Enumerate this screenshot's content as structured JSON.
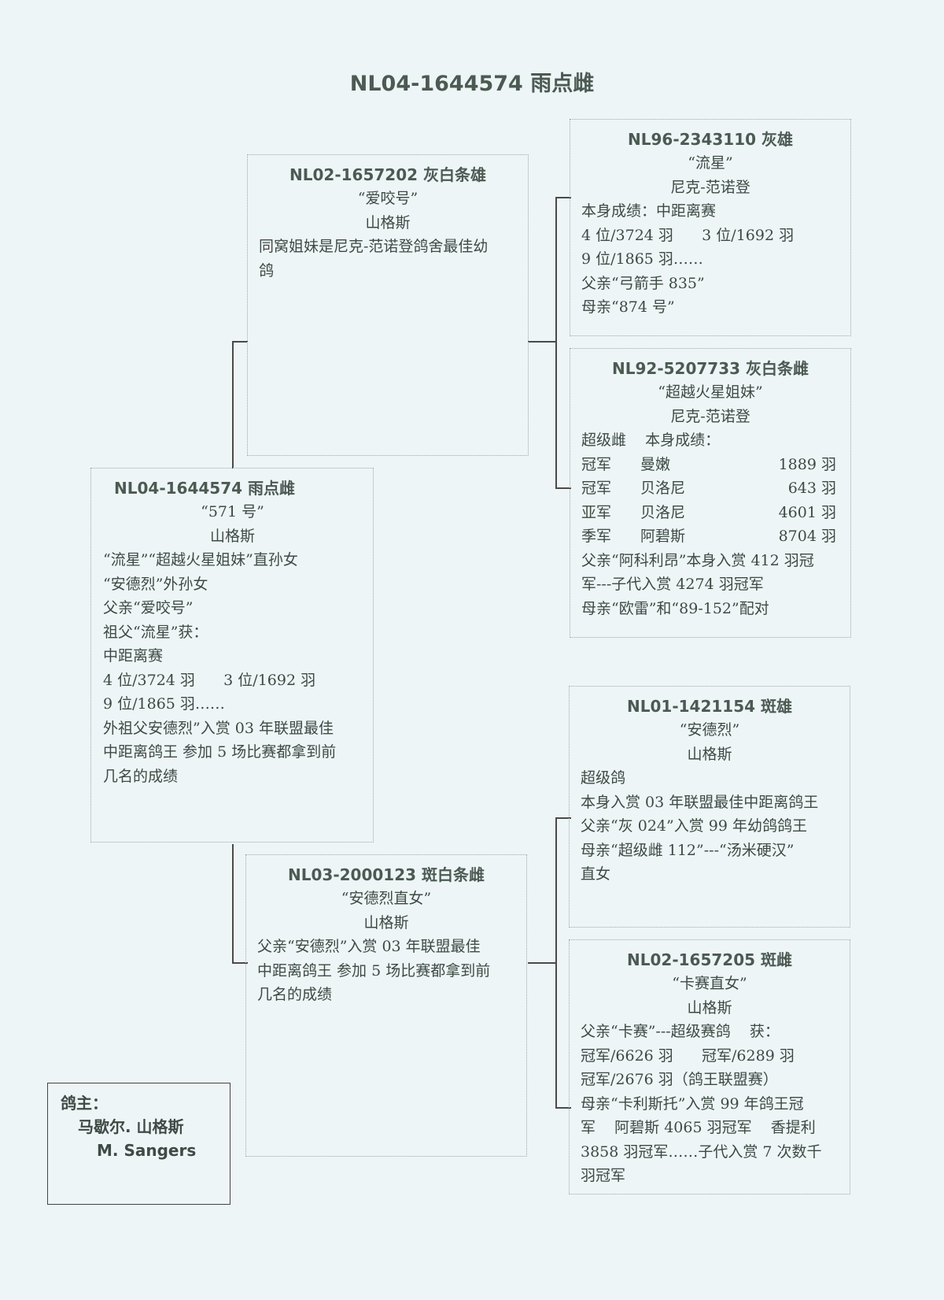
{
  "title": "NL04-1644574  雨点雌",
  "subject": {
    "id": "NL04-1644574  雨点雌",
    "name": "“571 号”",
    "breeder": "山格斯",
    "lines": [
      "“流星”“超越火星姐妹”直孙女",
      "“安德烈”外孙女",
      "父亲“爱咬号”",
      "祖父“流星”获：",
      "中距离赛",
      "4 位/3724 羽      3 位/1692 羽",
      "9 位/1865 羽……",
      "外祖父安德烈”入赏 03 年联盟最佳",
      "中距离鸽王  参加 5 场比赛都拿到前",
      "几名的成绩"
    ]
  },
  "sire": {
    "id": "NL02-1657202  灰白条雄",
    "name": "“爱咬号”",
    "breeder": "山格斯",
    "lines": [
      "同窝姐妹是尼克-范诺登鸽舍最佳幼",
      "鸽"
    ]
  },
  "dam": {
    "id": "NL03-2000123  斑白条雌",
    "name": "“安德烈直女”",
    "breeder": "山格斯",
    "lines": [
      "父亲“安德烈”入赏 03 年联盟最佳",
      "中距离鸽王  参加 5 场比赛都拿到前",
      "几名的成绩"
    ]
  },
  "sire_sire": {
    "id": "NL96-2343110  灰雄",
    "name": "“流星”",
    "breeder": "尼克-范诺登",
    "lines": [
      "本身成绩：中距离赛",
      "4 位/3724 羽      3 位/1692 羽",
      "9 位/1865 羽……",
      "父亲“弓箭手 835”",
      "母亲“874 号”"
    ]
  },
  "sire_dam": {
    "id": "NL92-5207733 灰白条雌",
    "name": "“超越火星姐妹”",
    "breeder": "尼克-范诺登",
    "intro": "超级雌    本身成绩：",
    "results": [
      {
        "rank": "冠军",
        "place": "曼嫩",
        "count": "1889 羽"
      },
      {
        "rank": "冠军",
        "place": "贝洛尼",
        "count": "643 羽"
      },
      {
        "rank": "亚军",
        "place": "贝洛尼",
        "count": "4601 羽"
      },
      {
        "rank": "季军",
        "place": "阿碧斯",
        "count": "8704 羽"
      }
    ],
    "lines": [
      "父亲“阿科利昂”本身入赏 412 羽冠",
      "军---子代入赏 4274 羽冠军",
      "母亲“欧雷”和“89-152”配对"
    ]
  },
  "dam_sire": {
    "id": "NL01-1421154  斑雄",
    "name": "“安德烈”",
    "breeder": "山格斯",
    "lines": [
      "超级鸽",
      "本身入赏 03 年联盟最佳中距离鸽王",
      "父亲“灰 024”入赏 99 年幼鸽鸽王",
      "母亲“超级雌 112”---“汤米硬汉”",
      "直女"
    ]
  },
  "dam_dam": {
    "id": "NL02-1657205  斑雌",
    "name": "“卡赛直女”",
    "breeder": "山格斯",
    "lines": [
      "父亲“卡赛”---超级赛鸽    获：",
      "冠军/6626 羽      冠军/6289 羽",
      "冠军/2676 羽（鸽王联盟赛）",
      "母亲“卡利斯托”入赏 99 年鸽王冠",
      "军    阿碧斯 4065 羽冠军    香提利",
      "3858 羽冠军……子代入赏 7 次数千",
      "羽冠军"
    ]
  },
  "owner": {
    "label": "鸽主：",
    "name_cn": "马歇尔. 山格斯",
    "name_en": "M. Sangers"
  }
}
